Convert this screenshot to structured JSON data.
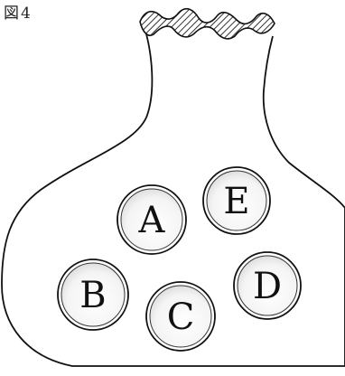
{
  "figure_label": "図4",
  "balls": [
    {
      "id": "A",
      "label": "A"
    },
    {
      "id": "E",
      "label": "E"
    },
    {
      "id": "B",
      "label": "B"
    },
    {
      "id": "D",
      "label": "D"
    },
    {
      "id": "C",
      "label": "C"
    }
  ]
}
